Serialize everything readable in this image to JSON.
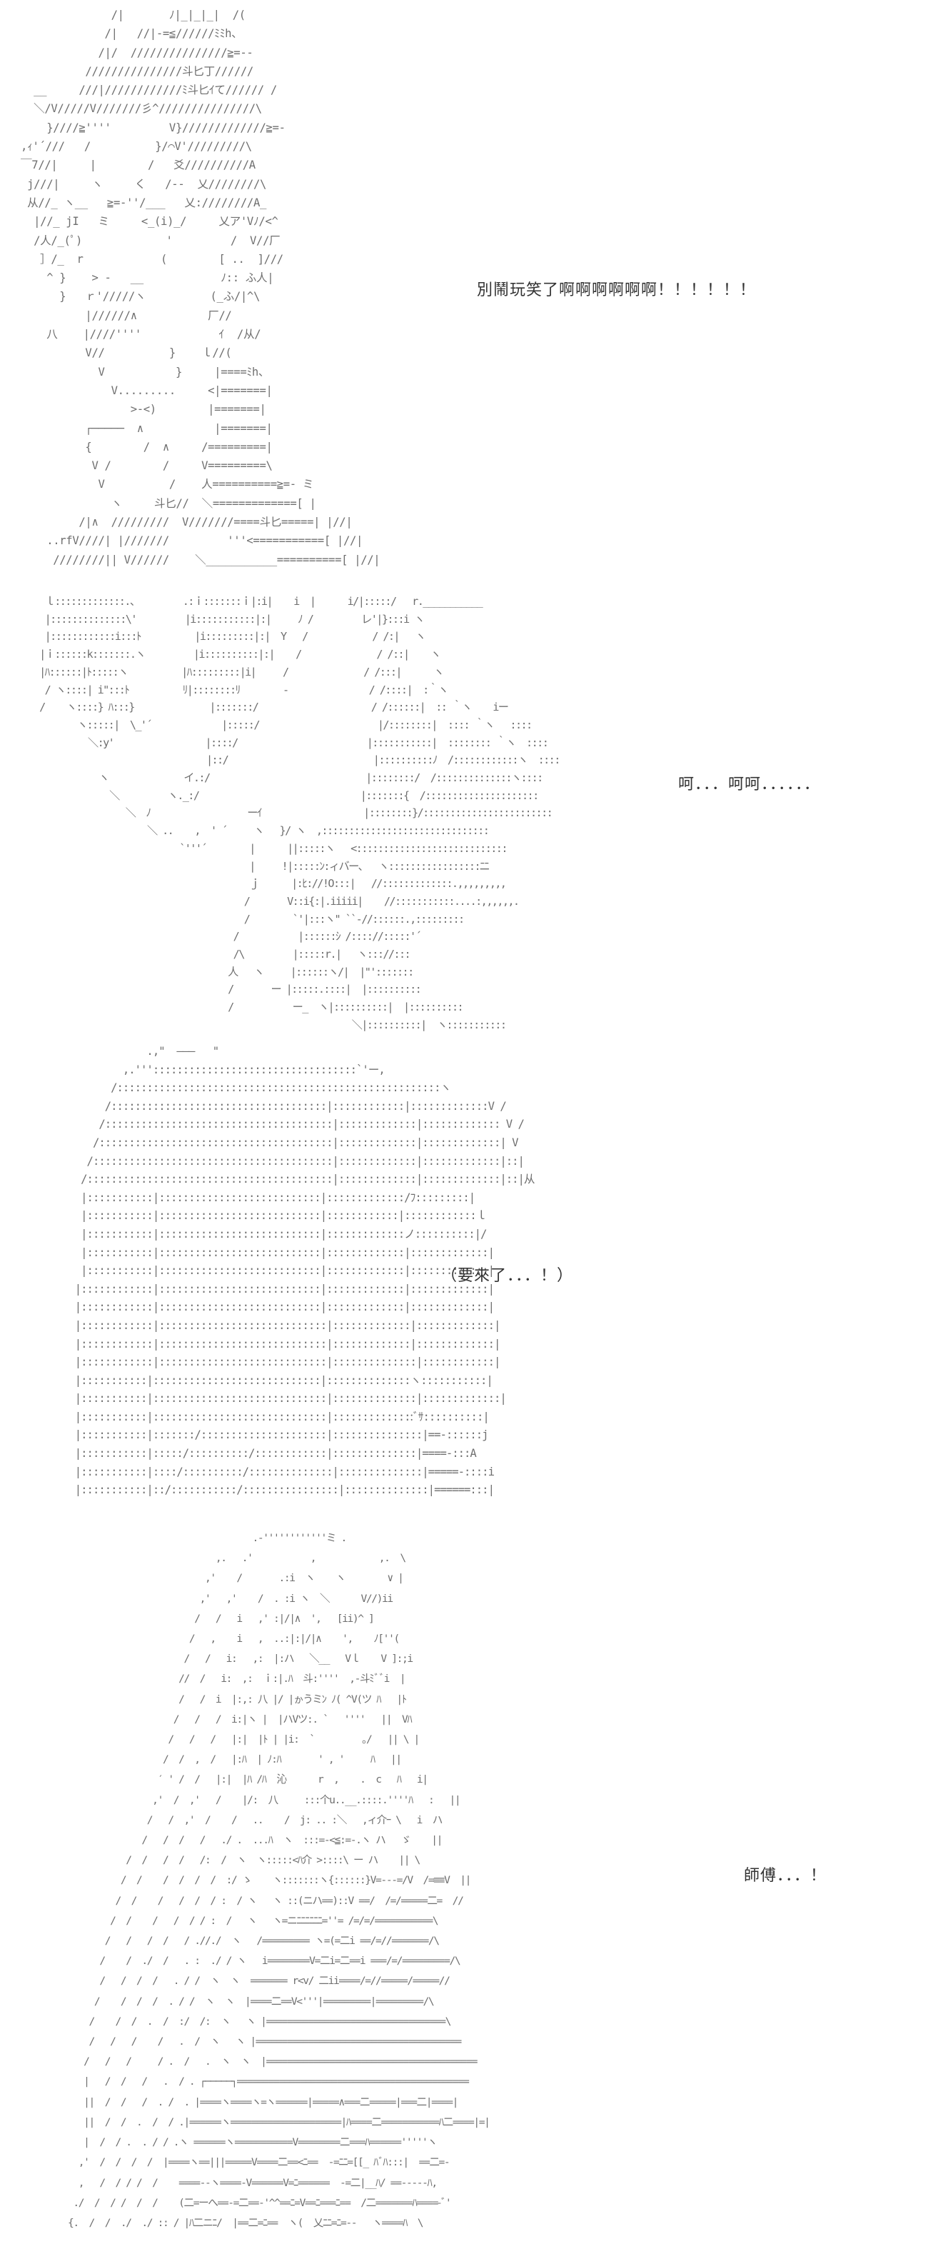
{
  "panels": [
    {
      "id": "panel-1",
      "dialog": "別鬧玩笑了啊啊啊啊啊啊！！！！！！",
      "art": "               /|       ﾉ|_|_|_|  /(\n              /|   //|-=≦//////ﾐﾐh、\n             /|/  ///////////////≧=--\n           ///////////////斗匕丁//////\n   __     ///|////////////ﾐ斗匕ｲて////// /\n   ＼/V/////V///////彡^///////////////\\\n     }////≧''''         V}/////////////≧=-\n ,ｨ'´///   /          }/⌒V'/////////\\\n ￣7//|     |        /   爻//////////A\n  j///|     ヽ     く   /‐-  乂////////\\\n  从//_ ヽ__   ≧=-''/___   乂:////////A_\n   |//_ jI   ミ     <_(i)_/     乂ア'Vﾉ/<^\n   /人/_(ﾟ)             '         /  V//厂\n    ］/_  r            (        [ ..  ]///\n     ^ }    > -   __            ﾉ:: ふ人|\n       }   ｒ'/////ヽ          (_ふ/|^\\\n           |//////∧           厂//\n     八    |////''''            ｲ  /从/\n           V//          }    ｌ//(\n             V           }     |====ﾐh、\n               V.........     <|=======|\n                  >-<)        |=======|\n           ┌─────  ∧           |=======|\n           {        /  ∧     /=========|\n            V /        /     V=========\\\n             V          /    人==========≧=- ミ\n               ヽ     斗匕//  ＼=============[ |\n          /|∧  /////////  V///////====斗匕=====| |//|\n     ..rfV////| |///////         '''<===========[ |//|\n      ////////|| V//////    ＼___________==========[ |//|"
    },
    {
      "id": "panel-2",
      "dialog": "呵．．．呵呵．．．．．．",
      "art": "   ｌ:::::::::::::.、        .:ｉ:::::::ｉ|:i|    i  |      i/|:::::/   r.___________\n   |::::::::::::::\\'         |i:::::::::::|:|     ﾉ /         レ'|}:::i ヽ\n   |::::::::::::i:::ﾄ          |i:::::::::|:|  Y   /            / /:|   ヽ\n  |ｉ::::::k:::::::.ヽ         |i::::::::::|:|    /              / /::|    ヽ\n  |ﾊ::::::|ﾄ:::::ヽ          |ﾊ:::::::::|i|     /              / /:::|      ヽ\n   / ヽ::::| i\":::ﾄ          ﾘ|::::::::ﾘ        -               / /::::|  :｀ヽ\n  /    ヽ::::} ﾊ:::}              |:::::::/                     / /::::::|  :: ｀ヽ    iー\n         ヽ:::::|  \\_'´             |:::::/                      |/::::::::|  :::: ｀ヽ   ::::\n           ＼:y'                 |::::/                        |:::::::::::|  :::::::: ｀ヽ  ::::\n                                 |::/                           |::::::::::ﾉ  /::::::::::::ヽ  ::::\n             ヽ              イ.:/                             |::::::::/  /::::::::::::::ヽ::::\n               ＼         ヽ._:/                              |:::::::{  /:::::::::::::::::::::\n                  ＼  ﾉ                  ーｲ                   |::::::::}/::::::::::::::::::::::::\n                      ＼ ..    ,  ' ´     ヽ   }/ ヽ  ,:::::::::::::::::::::::::::::::\n                            `'''´        |      ||:::::ヽ   <::::::::::::::::::::::::::::\n                                         |     !|:::::ﾝ:ィバー、  ヽ:::::::::::::::::ﾆﾆ\n                                         ｊ      |:ﾋ://!O:::|   //:::::::::::::.,,,,,,,,,\n                                        /       V::i{:|.iiiii|    //:::::::::::....:,,,,,,.\n                                        /        `'|:::ヽ\" ``-//::::::.,:::::::::\n                                      /           |::::::ｼ /:::://:::::'´\n                                      /\\         |:::::r.|   ヽ::://:::\n                                     人   ヽ     |::::::ヽ/|  |\"':::::::\n                                     /       ー |:::::.::::|  |::::::::::\n                                     /           ー_  ヽ|::::::::::|  |::::::::::\n                                                            ＼|::::::::::|  ヽ:::::::::::"
    },
    {
      "id": "panel-3",
      "dialog": "（要來了．．．！）",
      "art": "              .,\"  ―――   \"\n          ,.'''::::::::::::::::::::::::::::::::::`'ー,\n        /::::::::::::::::::::::::::::::::::::::::::::::::::::::ヽ\n       /::::::::::::::::::::::::::::::::::::|::::::::::::|:::::::::::::V /\n      /::::::::::::::::::::::::::::::::::::::|:::::::::::::|::::::::::::: V /\n     /:::::::::::::::::::::::::::::::::::::::|:::::::::::::|:::::::::::::| V\n    /::::::::::::::::::::::::::::::::::::::::|:::::::::::::|:::::::::::::|::|\n   /:::::::::::::::::::::::::::::::::::::::::|:::::::::::::|:::::::::::::|::|从\n   |:::::::::::|:::::::::::::::::::::::::::|:::::::::::::/ﾌ:::::::::|\n   |:::::::::::|:::::::::::::::::::::::::::|::::::::::::|::::::::::::ｌ\n   |:::::::::::|:::::::::::::::::::::::::::|:::::::::::::ノ::::::::::|/\n   |:::::::::::|:::::::::::::::::::::::::::|:::::::::::::|:::::::::::::|\n   |:::::::::::|:::::::::::::::::::::::::::|:::::::::::::|:::::::::::::|\n  |::::::::::::|:::::::::::::::::::::::::::|:::::::::::::|:::::::::::::|\n  |::::::::::::|:::::::::::::::::::::::::::|:::::::::::::|:::::::::::::|\n  |::::::::::::|::::::::::::::::::::::::::::|:::::::::::::|:::::::::::::|\n  |::::::::::::|::::::::::::::::::::::::::::|:::::::::::::|:::::::::::::|\n  |::::::::::::|::::::::::::::::::::::::::::|::::::::::::::|::::::::::::|\n  |:::::::::::|::::::::::::::::::::::::::::|::::::::::::::ヽ:::::::::::|\n  |:::::::::::|:::::::::::::::::::::::::::::|::::::::::::::|:::::::::::::|\n  |:::::::::::|:::::::::::::::::::::::::::::|::::::::::::::ﾞｻ::::::::::|\n  |:::::::::::|:::::::/:::::::::::::::::::::|:::::::::::::::|==-::::::j\n  |:::::::::::|:::::/::::::::::/::::::::::::|::::::::::::::|====-:::A\n  |:::::::::::|::::/::::::::::/::::::::::::::|::::::::::::::|=====-::::i\n  |:::::::::::|::/:::::::::::/::::::::::::::::|::::::::::::::|======:::|"
    },
    {
      "id": "panel-4",
      "dialog": "師傅．．．！",
      "art": "                                   .-''''''''''''ミ .\n                            ,.   .'           ,            ,.  \\\n                          ,'    /       .:i  ヽ    ヽ        ∨ |\n                         ,'   ,'    /  . :i ヽ  ＼      V//)ii\n                        /   /   i   ,' :|/|∧  ',   [ii)^ ]\n                       /   ,    i   ,  ..:|:|/|∧    ',    ﾉ[''(\n                      /   /   i:   ,:  |:ハ   ＼__   Vｌ    V ]:;i\n                     //  /   i:  ,:  ｉ:|.ﾊ  斗:''''  ,-斗ﾐﾞﾞi  |\n                     /   /  i  |:,: 八 |/ |ゕうミﾝ ﾉ( ^V(ツ ﾊ   |ﾄ\n                    /   /   /  i:|ヽ |  |ハVツ:. `   ''''   ||  Vﾊ\n                   /   /   /   |:|  |ﾄ | |i:  `         ｡/   || \\ |\n                  /  /  ,  /   |:ﾊ  | ﾉ:ﾊ       ' , '     ﾊ   ||\n                 ′ ' /  /   |:|  |ﾊ /ﾊ  沁      r  ,    .  c   ﾊ   i|\n                ,'  /  ,'   /    |/:  八     :::个u..__.::::.''''ﾊ   :   ||\n               /   /  ,'  /    /   ..    /  j: .. :＼   ,ィ介ｰ \\   i  ハ\n              /   /  /   /   ./ .  ...ﾊ  ヽ  :::=-<≦:=-.ヽ ハ   ゞ    ||\n           /  /   /  /   /:  /  ヽ  ヽ:::::<ﾊ介 >::::\\ ー ハ    || \\\n          /  /    /  /  /  /  :/ ゝ    ヽ:::::::ヽ{::::::}V=---=/V  /=≡≡V  ||\n         /  /    /   /  /  / :  / ヽ   ヽ ::(ニハ==)::V ==/  /=/=====二=  //\n        /  /    /   /  / / :  /   ヽ   ヽ=ニﾆﾆﾆﾆﾆﾆ=''= /=/=/===========\\\n       /   /   /  /   / .//./  ヽ   /========= ヽ=(=二i ==/=//=======/\\\n      /    /  ./  /   . :  ./ / ヽ   i========V=二i=二==i ===/=/=========/\\\n      /   /  /  /   . / /  ヽ  ヽ  ======= r<v/ 二ii====/=//=====/=====//\n     /    /  /  /  . / /  ヽ  ヽ  |====二==V<'''|=========|=========/\\\n    /    /  /  .  /  :/  /:  ヽ   ヽ |==================================\\\n    /   /   /    /   .  /  ヽ   ヽ |=======================================\n   /   /   /     / .  /   .  ヽ  ヽ  |========================================\n   |   /  /   /   .  / . ┌─────┐============================================\n   ||  /  /   /  . /  . |====ヽ====ヽ=ヽ======|=====∧===二=====|===二|====|\n   ||  /  /  .  /  / .|======ヽ=====================|ﾊ====二===========ﾊ二====|=|\n   |  /  / .  . / / .ヽ ======ヽ===========V========二===ﾊ======'''''ヽ\n  ,'  /  /  /  /  |====ヽ==|||=====V====二==<ﾆ==  -=ﾆﾆ=[[_ ﾊﾞﾊ:::|  ==二=-\n  ,   /  / / /  /    ====--ヽ====-V======V=ﾆ======  -=二|__ﾊ/ ==-----ﾊ,\n ./  /  / /  /  /    (二=ーへ==-=二==-'^^==ﾆ=V==ﾆ===ﾆ==  /二=======ﾊ====-ﾞ'\n{.  /  /  ./  ./ :: / |ﾊ二ニﾆ/  |==二=ﾆ==  ヽ(  乂ﾆﾆ=ﾆ=--   ヽ====ﾊ  \\"
    }
  ]
}
